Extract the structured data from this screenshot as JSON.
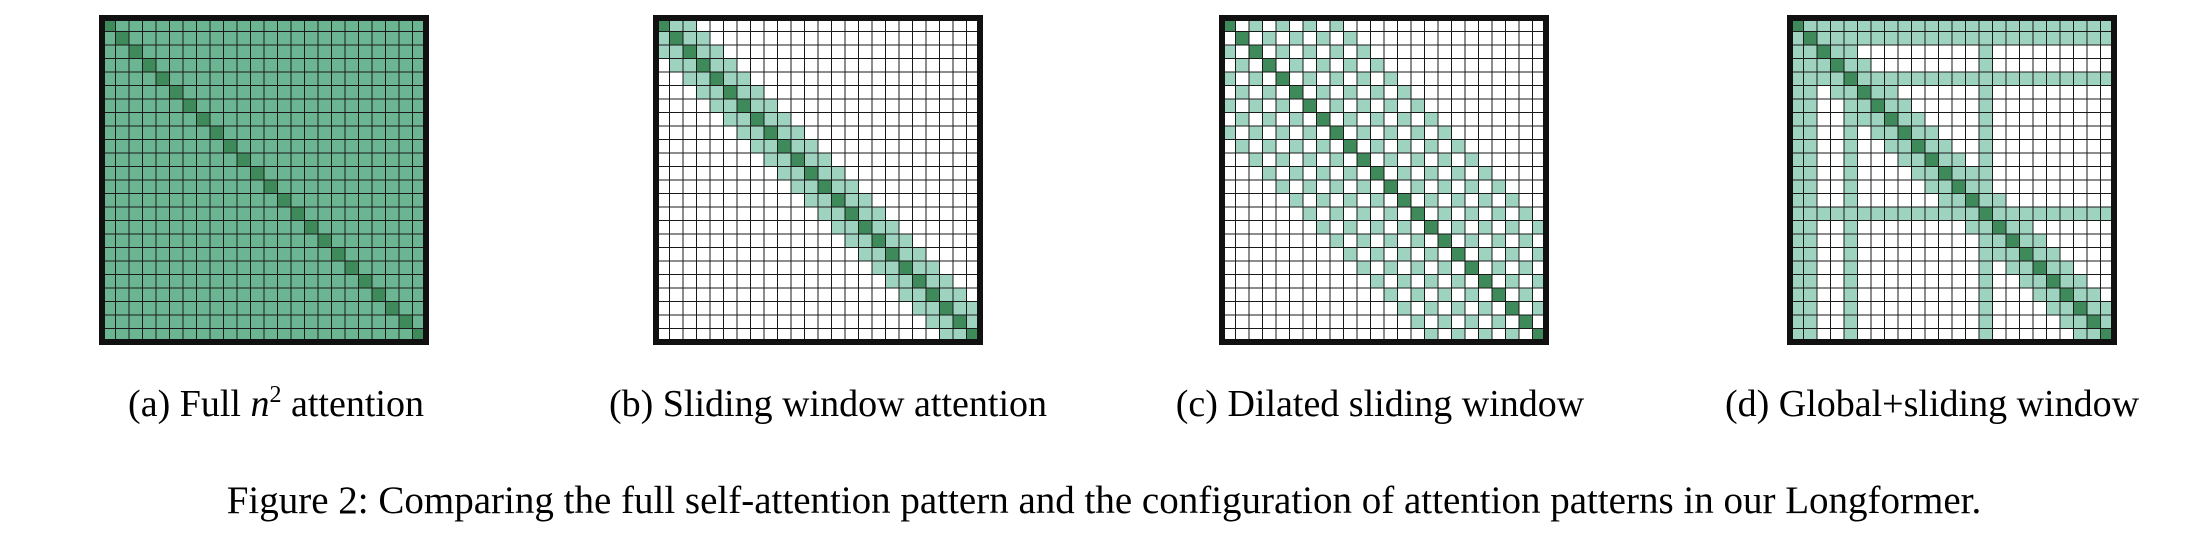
{
  "colors": {
    "full": "#6bb593",
    "diagonal": "#3e8a5b",
    "window": "#9ed3c0",
    "gridline": "#1a1a1a",
    "border": "#111111",
    "background": "#ffffff"
  },
  "grid_size": 24,
  "panels": [
    {
      "id": "a",
      "pattern": "full",
      "label_prefix": "(a) Full ",
      "label_math": "n",
      "label_sup": "2",
      "label_suffix": " attention"
    },
    {
      "id": "b",
      "pattern": "sliding",
      "window_half_width": 2,
      "label": "(b) Sliding window attention"
    },
    {
      "id": "c",
      "pattern": "dilated",
      "window_half_width": 8,
      "dilation": 2,
      "label": "(c) Dilated sliding window"
    },
    {
      "id": "d",
      "pattern": "global_sliding",
      "window_half_width": 2,
      "global_tokens": [
        0,
        1,
        4,
        14
      ],
      "label": "(d) Global+sliding window"
    }
  ],
  "figure_caption": "Figure 2: Comparing the full self-attention pattern and the configuration of attention patterns in our Longformer."
}
